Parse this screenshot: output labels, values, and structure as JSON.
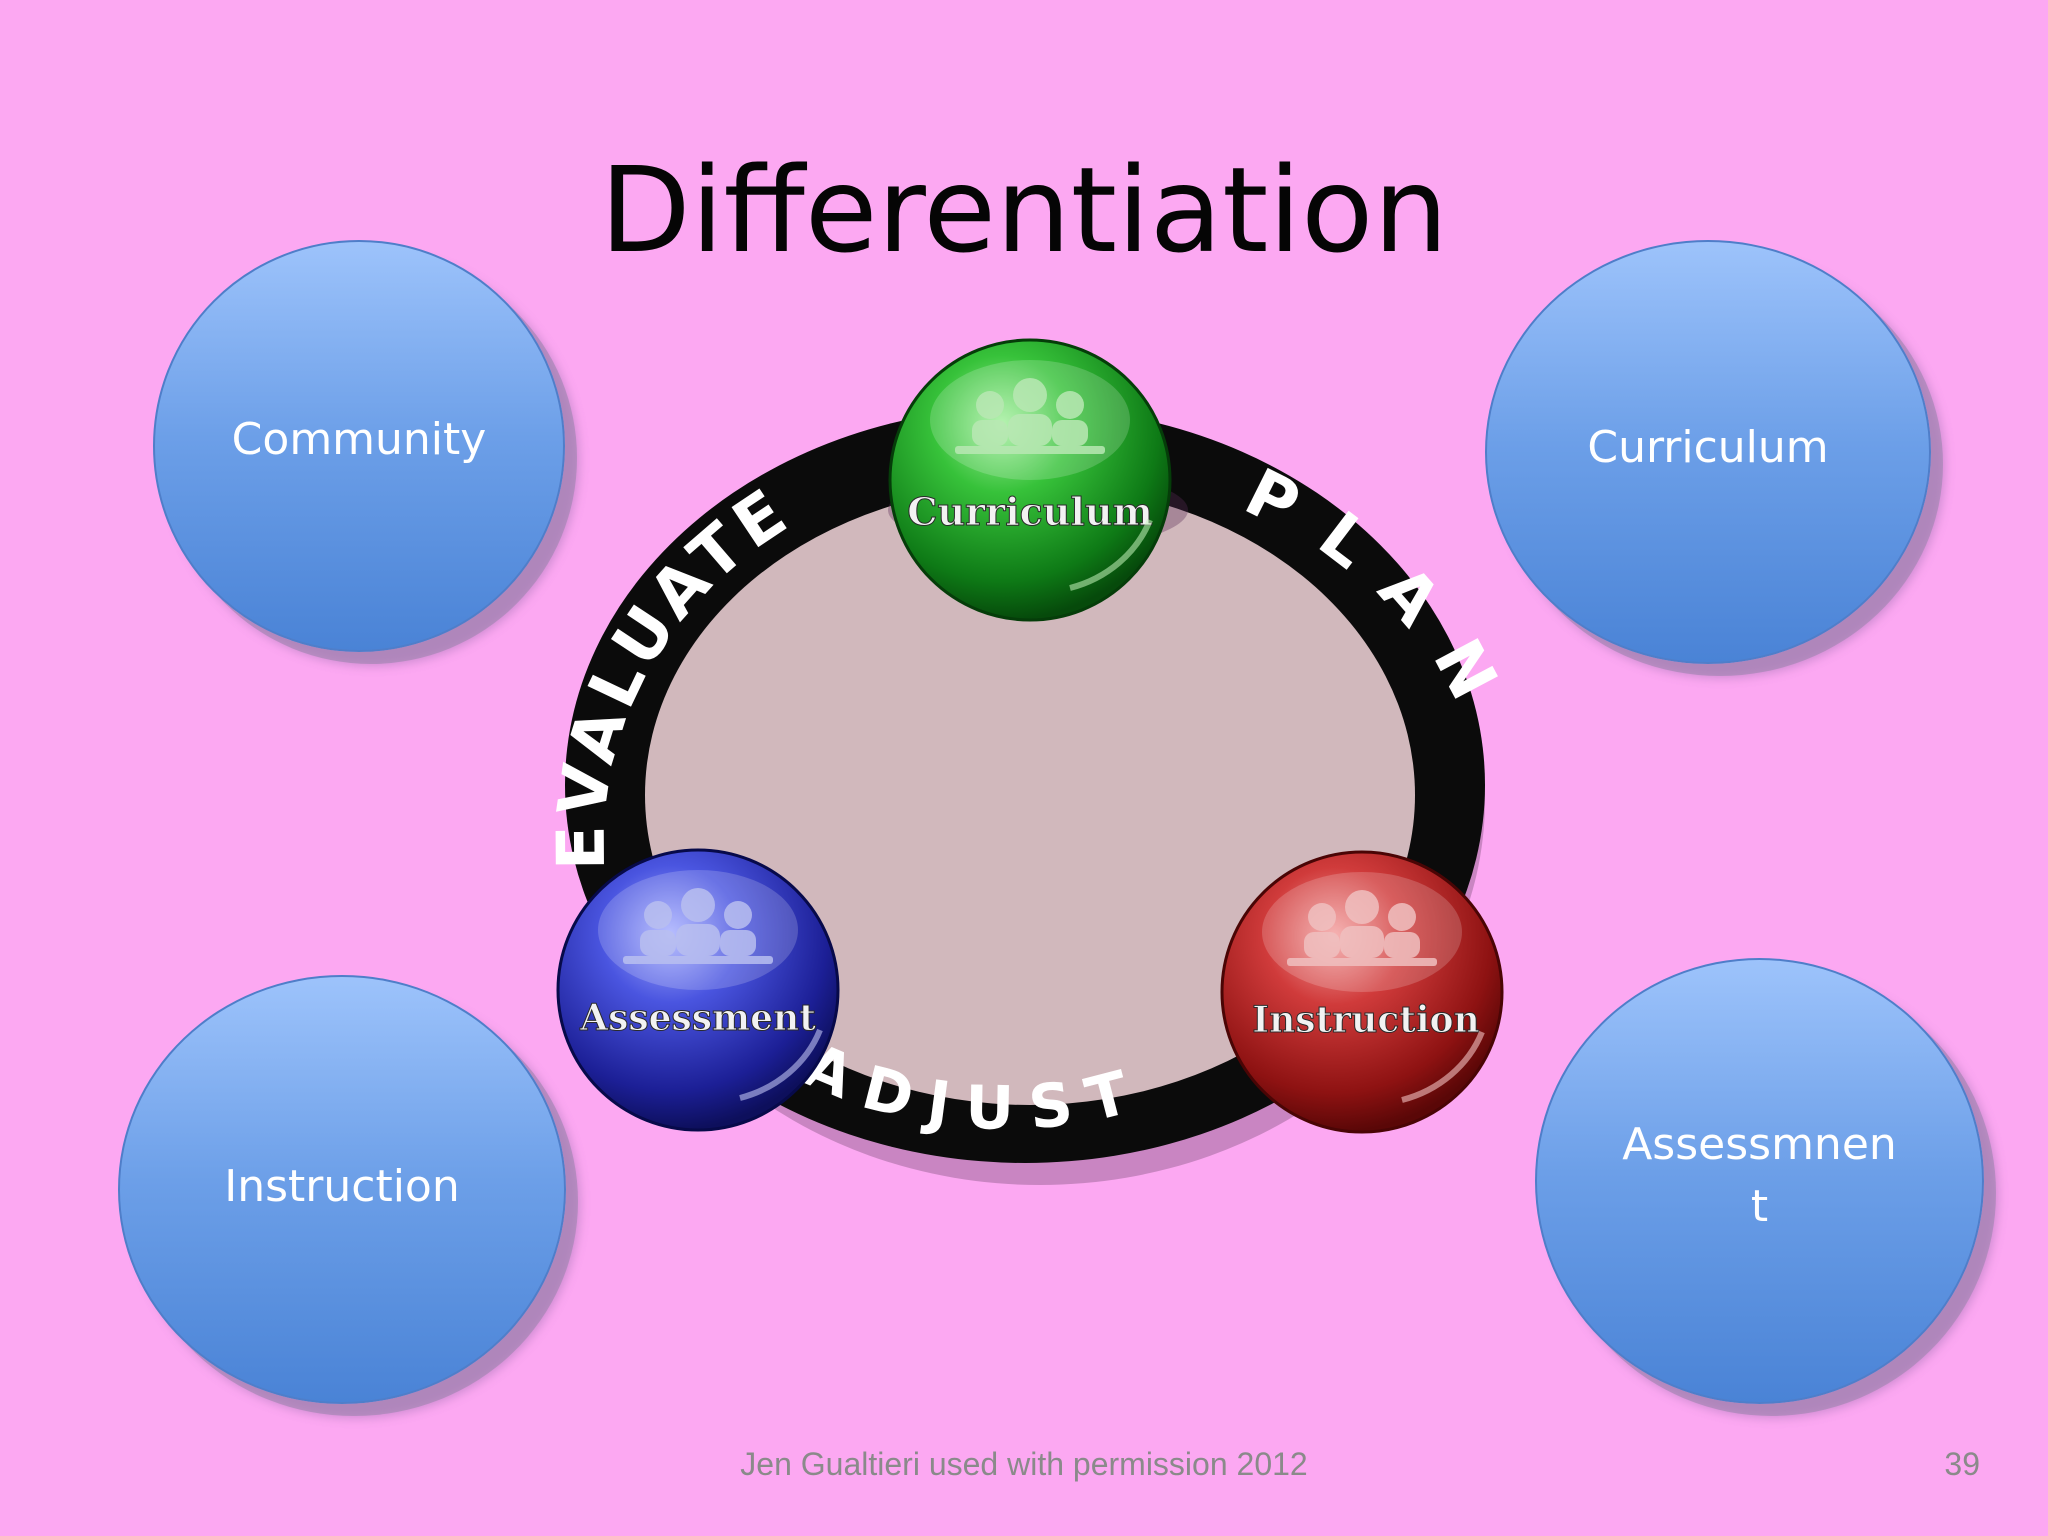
{
  "slide": {
    "title": "Differentiation",
    "background": "#fca8f2",
    "bubbles": {
      "community": "Community",
      "curriculum": "Curriculum",
      "instruction": "Instruction",
      "assessment": "Assessmnen t"
    },
    "cycle": {
      "ring_words": {
        "evaluate": "EVALUATE",
        "plan": "PLAN",
        "adjust": "ADJUST"
      },
      "spheres": {
        "curriculum": {
          "label": "Curriculum",
          "color": "#1f9e2a"
        },
        "assessment": {
          "label": "Assessment",
          "color": "#2a2fb8"
        },
        "instruction": {
          "label": "Instruction",
          "color": "#b01a1a"
        }
      }
    },
    "footer": "Jen Gualtieri used with permission 2012",
    "page_number": "39"
  }
}
